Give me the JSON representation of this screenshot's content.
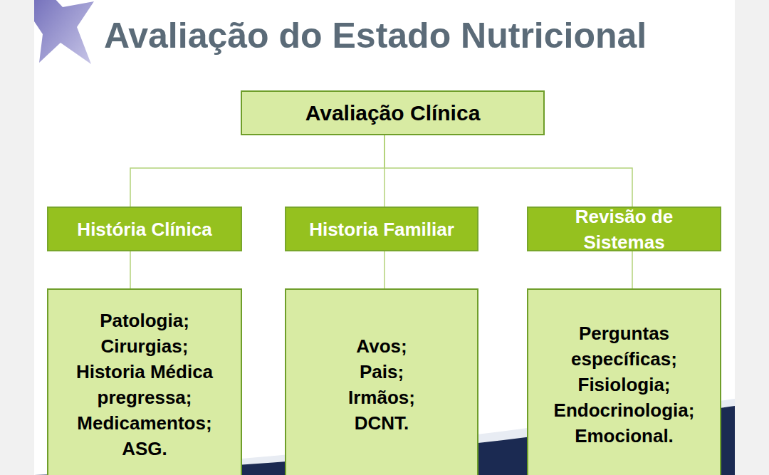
{
  "diagram": {
    "title": "Avaliação do Estado Nutricional",
    "nodes": [
      {
        "text": [
          "Avaliação Clínica"
        ]
      },
      {
        "text": [
          "História Clínica"
        ]
      },
      {
        "text": [
          "Historia Familiar"
        ]
      },
      {
        "text": [
          "Revisão de Sistemas"
        ]
      },
      {
        "text": [
          "Patologia;",
          "Cirurgias;",
          "Historia Médica pregressa;",
          "Medicamentos;",
          "ASG."
        ]
      },
      {
        "text": [
          "Avos;",
          "Pais;",
          "Irmãos;",
          "DCNT."
        ]
      },
      {
        "text": [
          "Perguntas específicas;",
          "Fisiologia;",
          "Endocrinologia;",
          "Emocional."
        ]
      }
    ],
    "edges": [
      {
        "from": 0,
        "to": 1,
        "arrow": "none"
      },
      {
        "from": 0,
        "to": 2,
        "arrow": "none"
      },
      {
        "from": 0,
        "to": 3,
        "arrow": "none"
      },
      {
        "from": 1,
        "to": 4,
        "arrow": "none"
      },
      {
        "from": 2,
        "to": 5,
        "arrow": "none"
      },
      {
        "from": 3,
        "to": 6,
        "arrow": "none"
      }
    ]
  }
}
